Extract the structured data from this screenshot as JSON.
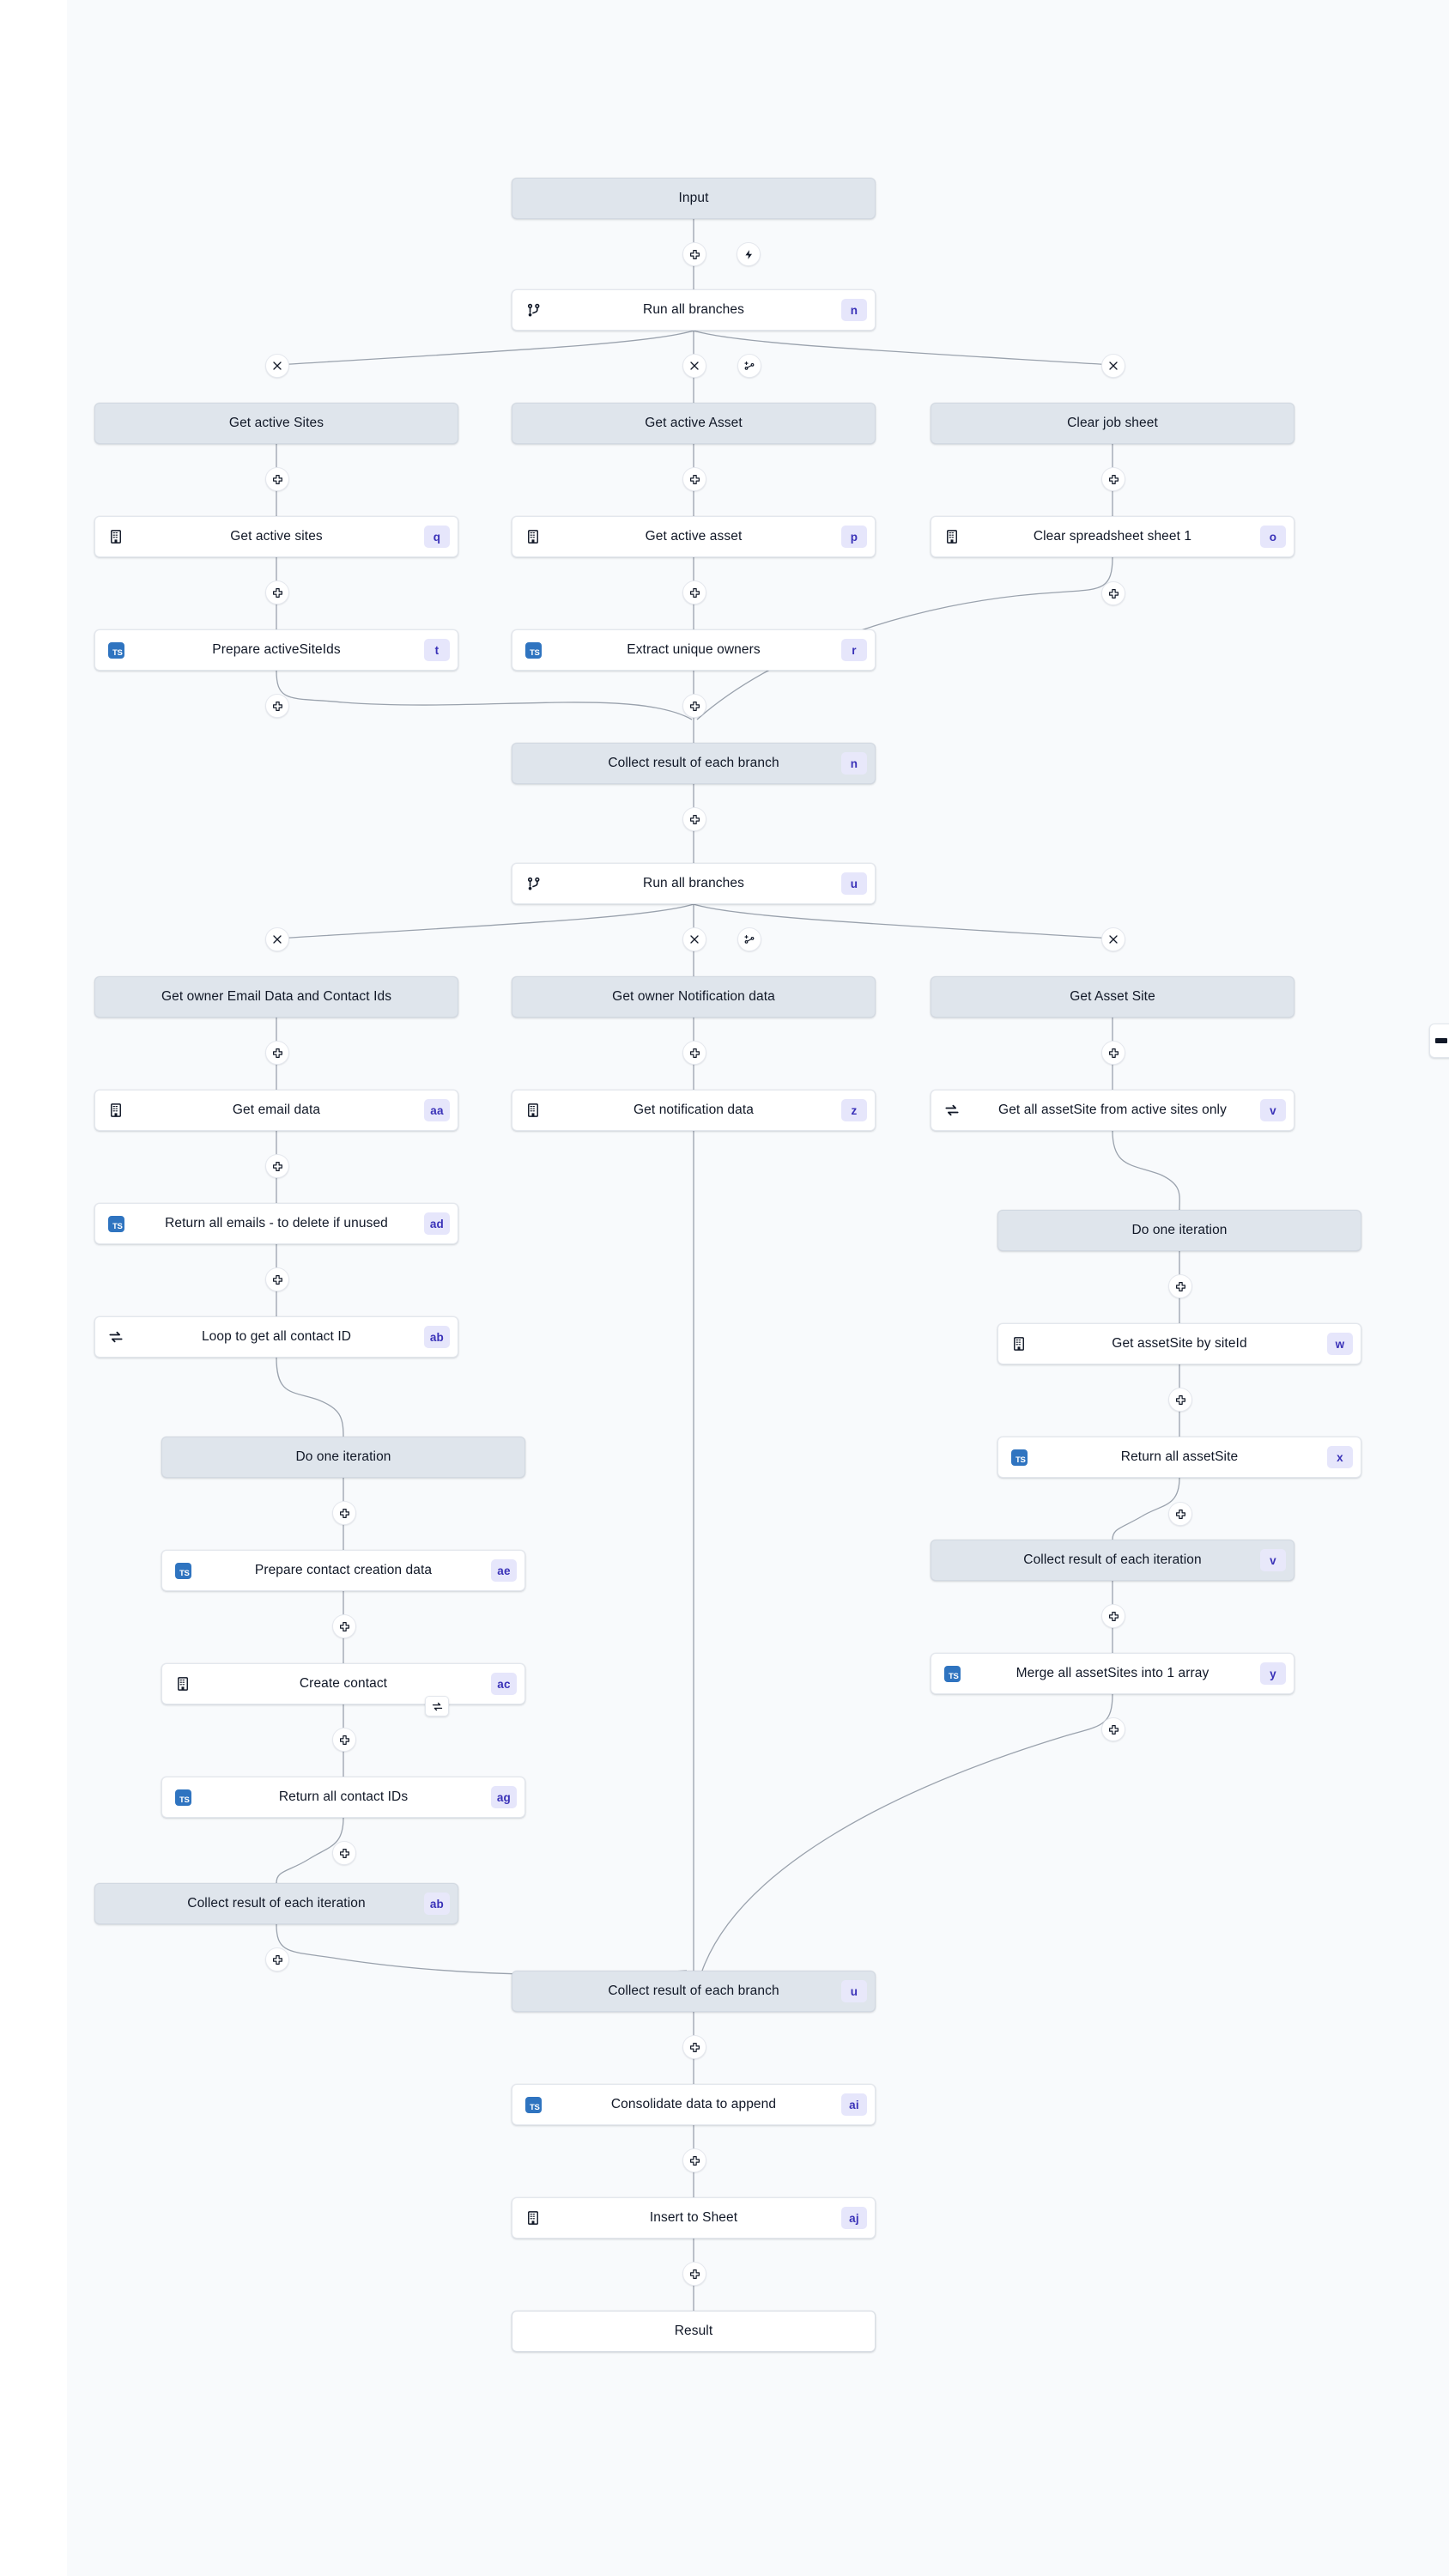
{
  "canvas": {
    "background": "#ffffff",
    "board_background": "#f8fafc",
    "accent_key_bg": "#e6e6fb",
    "accent_key_fg": "#3a32b8",
    "group_node_bg": "#dfe5ec",
    "step_node_bg": "#ffffff",
    "edge_color": "#9aa2ad",
    "ts_icon_bg": "#2f74c0"
  },
  "nodes": {
    "input": {
      "label": "Input"
    },
    "run_all_branches_1": {
      "label": "Run all branches",
      "key": "n",
      "icon": "branch-icon"
    },
    "branch_get_active_sites": {
      "label": "Get active Sites"
    },
    "branch_get_active_asset": {
      "label": "Get active Asset"
    },
    "branch_clear_job_sheet": {
      "label": "Clear job sheet"
    },
    "get_active_sites": {
      "label": "Get active sites",
      "key": "q",
      "icon": "database-icon"
    },
    "get_active_asset": {
      "label": "Get active asset",
      "key": "p",
      "icon": "database-icon"
    },
    "clear_spreadsheet_sheet_1": {
      "label": "Clear spreadsheet sheet 1",
      "key": "o",
      "icon": "database-icon"
    },
    "prepare_active_site_ids": {
      "label": "Prepare activeSiteIds",
      "key": "t",
      "icon": "typescript-icon"
    },
    "extract_unique_owners": {
      "label": "Extract unique owners",
      "key": "r",
      "icon": "typescript-icon"
    },
    "collect_branch_1": {
      "label": "Collect result of each branch",
      "key": "n"
    },
    "run_all_branches_2": {
      "label": "Run all branches",
      "key": "u",
      "icon": "branch-icon"
    },
    "branch_owner_email": {
      "label": "Get owner Email Data and Contact Ids"
    },
    "branch_owner_notification": {
      "label": "Get owner Notification data"
    },
    "branch_asset_site": {
      "label": "Get Asset Site"
    },
    "get_email_data": {
      "label": "Get email data",
      "key": "aa",
      "icon": "database-icon"
    },
    "get_notification_data": {
      "label": "Get notification data",
      "key": "z",
      "icon": "database-icon"
    },
    "get_all_assetsite": {
      "label": "Get all assetSite from active sites only",
      "key": "v",
      "icon": "loop-icon"
    },
    "return_all_emails": {
      "label": "Return all emails - to delete if unused",
      "key": "ad",
      "icon": "typescript-icon"
    },
    "do_one_iteration_right": {
      "label": "Do one iteration"
    },
    "loop_contact_id": {
      "label": "Loop to get all contact ID",
      "key": "ab",
      "icon": "loop-icon"
    },
    "get_assetsite_by_siteid": {
      "label": "Get assetSite by siteId",
      "key": "w",
      "icon": "database-icon"
    },
    "do_one_iteration_left": {
      "label": "Do one iteration"
    },
    "return_all_assetsite": {
      "label": "Return all assetSite",
      "key": "x",
      "icon": "typescript-icon"
    },
    "prepare_contact_creation": {
      "label": "Prepare contact creation data",
      "key": "ae",
      "icon": "typescript-icon"
    },
    "collect_iteration_right": {
      "label": "Collect result of each iteration",
      "key": "v"
    },
    "create_contact": {
      "label": "Create contact",
      "key": "ac",
      "icon": "database-icon",
      "retry_badge": "retry-icon"
    },
    "merge_all_assetsites": {
      "label": "Merge all assetSites into 1 array",
      "key": "y",
      "icon": "typescript-icon"
    },
    "return_all_contact_ids": {
      "label": "Return all contact IDs",
      "key": "ag",
      "icon": "typescript-icon"
    },
    "collect_iteration_left": {
      "label": "Collect result of each iteration",
      "key": "ab"
    },
    "collect_branch_2": {
      "label": "Collect result of each branch",
      "key": "u"
    },
    "consolidate_data": {
      "label": "Consolidate data to append",
      "key": "ai",
      "icon": "typescript-icon"
    },
    "insert_to_sheet": {
      "label": "Insert to Sheet",
      "key": "aj",
      "icon": "database-icon"
    },
    "result": {
      "label": "Result"
    }
  },
  "handles": {
    "add": "plus-icon",
    "trigger": "lightning-icon",
    "remove_branch": "close-icon",
    "add_branch": "add-branch-icon"
  }
}
